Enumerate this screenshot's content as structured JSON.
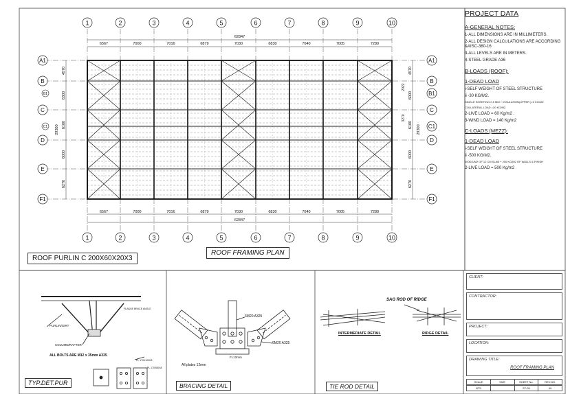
{
  "grid": {
    "columns": [
      "1",
      "2",
      "3",
      "4",
      "5",
      "6",
      "7",
      "8",
      "9",
      "10"
    ],
    "rows": [
      "A1",
      "B",
      "C",
      "D",
      "E",
      "F1"
    ],
    "minor_rows": [
      "B1",
      "C1"
    ],
    "left_minor_rows": [
      "B1",
      "C1"
    ],
    "bay_widths_top": [
      "6567",
      "7000",
      "7016",
      "6879",
      "7030",
      "6830",
      "7040",
      "7005",
      "7280"
    ],
    "overall_top": "62847",
    "bay_widths_bottom": [
      "6567",
      "7000",
      "7016",
      "6879",
      "7030",
      "6830",
      "7040",
      "7005",
      "7280"
    ],
    "overall_bottom": "62847",
    "left_dims": [
      "4570",
      "6300",
      "6100",
      "6000",
      "6270"
    ],
    "left_overall": "29300",
    "right_dims": [
      "4570",
      "6000",
      "6100",
      "6000",
      "6270"
    ],
    "right_overall": "29300",
    "right_small_dims": [
      "2022",
      "3270"
    ]
  },
  "plan": {
    "purlin_label": "ROOF PURLIN   C 200X60X20X3",
    "title": "ROOF FRAMING PLAN"
  },
  "project_data": {
    "title": "PROJECT DATA",
    "general_header": "A-GENERAL NOTES:",
    "general_notes": [
      "1-ALL DIMENSIONS ARE IN MILLIMETERS.",
      "2-ALL DESIGN CALCULATIONS ARE ACCORDING &AISC-360-16",
      "3-ALL LEVELS ARE IN METERS.",
      "4-STEEL GRADE  A36"
    ],
    "roof_header": "B-LOADS (ROOF):",
    "roof_dead_header": "1-DEAD LOAD",
    "roof_dead_items": [
      "i-SELF WEIGHT OF STEEL STRUCTURE",
      "ii -30 KG/M2.",
      "SINGLE SHEETING 0.5 MM + INSULATION(UPPER )=3 KG/M2",
      "COLLATERAL LOAD =20 KG/M2.",
      "2-LIVE LOAD = 60 Kg/m2 .",
      "3-WIND LOAD = 140 Kg/m2"
    ],
    "mezz_header": "C-LOADS (MEZZ):",
    "mezz_dead_header": "1-DEAD LOAD",
    "mezz_items": [
      "i-SELF WEIGHT OF STEEL STRUCTURE",
      "ii -500 KG/M2.",
      "300KG/M2 OF 12 CM SLAB  + 200 KG/M2 OF WALLS & FINISH",
      "2-LIVE LOAD = 500 Kg/m2"
    ]
  },
  "title_block": {
    "client_label": "CLIENT:",
    "contractor_label": "CONTRACTOR:",
    "project_label": "PROJECT:",
    "location_label": "LOCATION:",
    "drawing_title_label": "DRAWING TITLE:",
    "drawing_title": "ROOF FRAMING PLAN",
    "headers": [
      "SCALE",
      "SIZE",
      "SHEET No.",
      "REV.NO."
    ],
    "values": [
      "NTS",
      "",
      "ST-05",
      "00"
    ]
  },
  "details": {
    "purlin_title": "TYP.DET.PUR",
    "purlin_girt": "PURLIN/GIRT",
    "column_rafter": "COLUMN/RAFTER",
    "bolts_note": "ALL BOLTS ARE M12 x 35mm A325",
    "flange_brace": "FLANGE BRACE ANGLE",
    "pl_a": "PL 170X100X8",
    "pl_b": "PL 170X80X8",
    "bracing_title": "BRACING DETAIL",
    "bolts_a": "6M20 A325",
    "bolts_b": "6M20 A325",
    "fl": "FL12mm",
    "plates_note": "All plates 12mm",
    "sag_rod_title": "SAG ROD OF RIDGE",
    "intermediate": "INTERMEDIATE DETAIL",
    "ridge": "RIDGE DETAIL",
    "tie_title": "TIE ROD DETAIL"
  }
}
